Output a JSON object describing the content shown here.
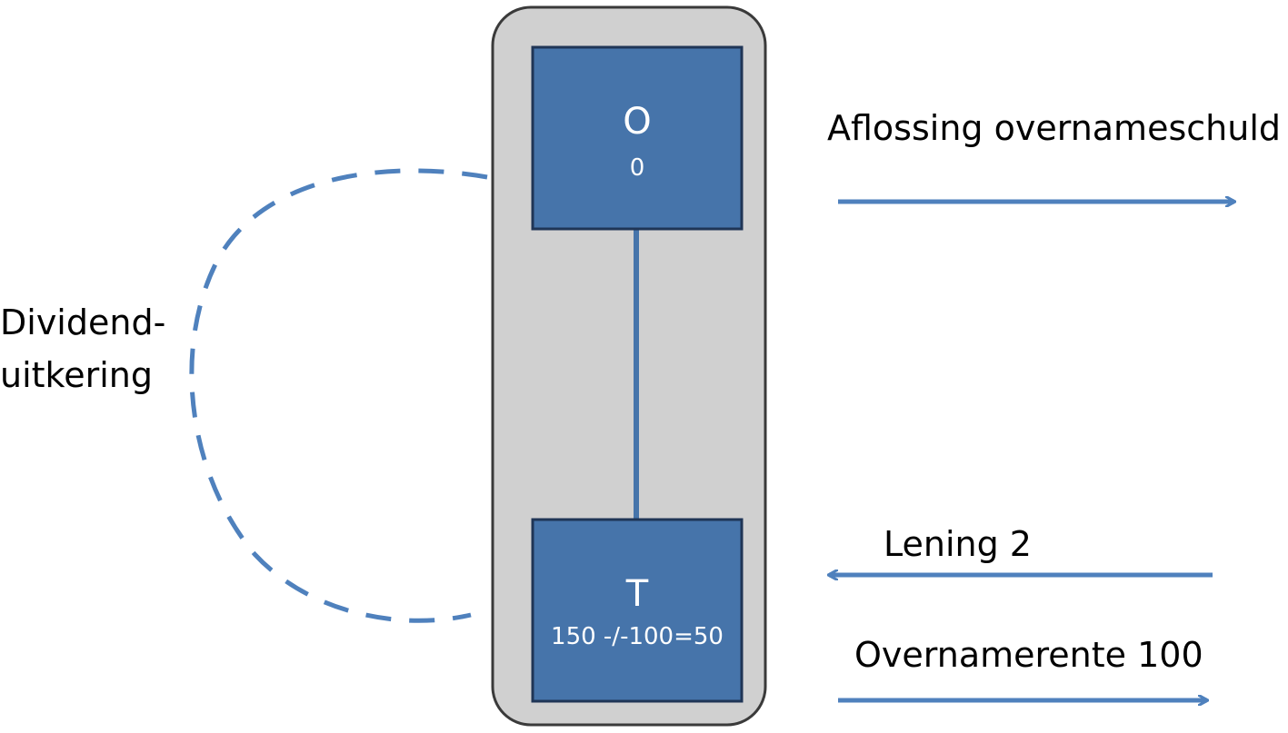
{
  "entities": {
    "top": {
      "title": "O",
      "value": "0"
    },
    "bottom": {
      "title": "T",
      "value": "150 -/-100=50"
    }
  },
  "flows": {
    "repayment": "Aflossing overnameschuld",
    "loan": "Lening 2",
    "interest": "Overnamerente 100"
  },
  "dividend": {
    "line1": "Dividend-",
    "line2": "uitkering"
  },
  "colors": {
    "box_fill": "#4674aa",
    "box_stroke": "#1f3556",
    "container_fill": "#d0d0d0",
    "container_stroke": "#3a3a3a",
    "arrow": "#4f81bd"
  }
}
